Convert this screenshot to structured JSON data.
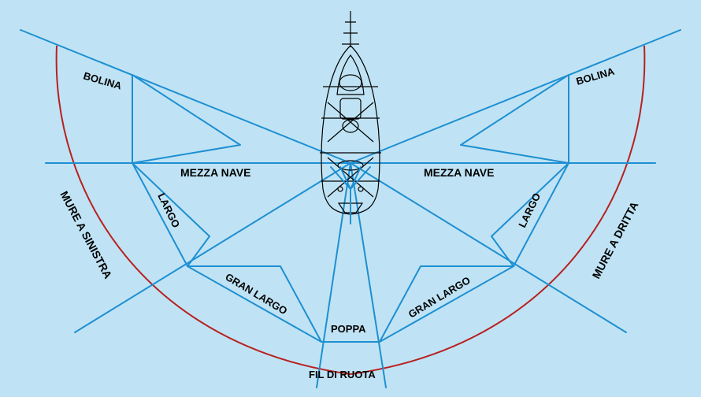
{
  "diagram": {
    "title": "",
    "labels": {
      "bolina_left": "BOLINA",
      "bolina_right": "BOLINA",
      "mezza_nave_left": "MEZZA NAVE",
      "mezza_nave_right": "MEZZA NAVE",
      "largo_left": "LARGO",
      "largo_right": "LARGO",
      "gran_largo_left": "GRAN LARGO",
      "gran_largo_right": "GRAN LARGO",
      "poppa": "POPPA",
      "fil_di_ruota": "FIL DI RUOTA",
      "mure_sinistra": "MURE A SINISTRA",
      "mure_dritta": "MURE A DRITTA"
    },
    "colors": {
      "background": "#bfe3f4",
      "lines": "#1e8fd2",
      "arc": "#b8201f",
      "text": "#000000"
    }
  }
}
